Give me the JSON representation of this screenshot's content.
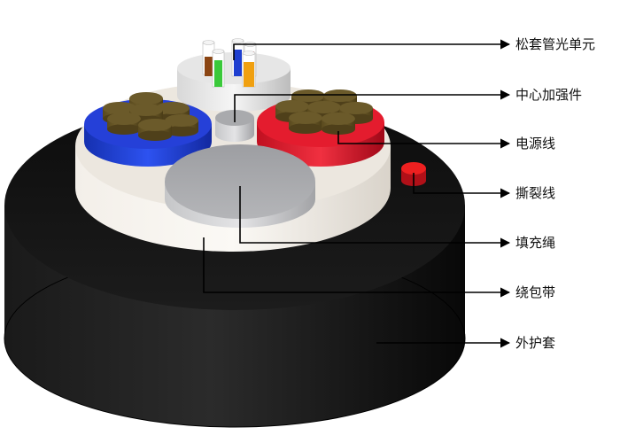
{
  "labels": {
    "loose_tube_unit": "松套管光单元",
    "central_strength_member": "中心加强件",
    "power_line": "电源线",
    "ripcord": "撕裂线",
    "filler_rope": "填充绳",
    "wrapping_tape": "绕包带",
    "outer_sheath": "外护套"
  },
  "colors": {
    "outer_sheath": "#111111",
    "wrapping_tape": "#efeae3",
    "filler_rope": "#a9aaad",
    "power_line_left_insulation": "#1f3fd6",
    "power_line_right_insulation": "#e0182a",
    "copper_strand": "#6b5a2a",
    "ripcord": "#e01b1b",
    "loose_tube": "#dcdcdc",
    "fiber_colors": [
      "#8b4513",
      "#1e3fd0",
      "#3ac93a",
      "#f0a010",
      "#e33030",
      "#ffffff"
    ]
  }
}
